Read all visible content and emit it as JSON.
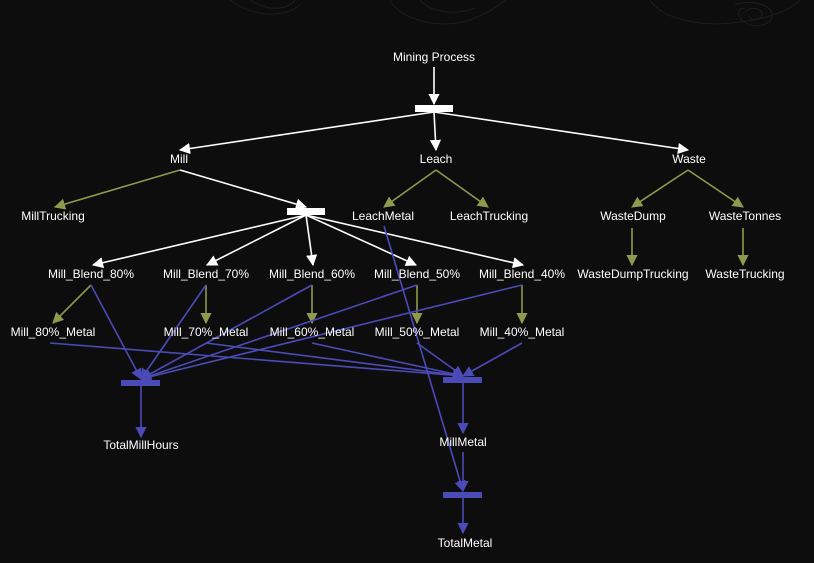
{
  "diagram": {
    "colors": {
      "background": "#0d0d0d",
      "hierarchy_edge": "#ffffff",
      "aggregation_edge": "#8f9a4c",
      "flow_edge": "#4b4bb8",
      "label_text": "#ffffff"
    },
    "nodes": {
      "mining_process": "Mining Process",
      "mill": "Mill",
      "leach": "Leach",
      "waste": "Waste",
      "mill_trucking": "MillTrucking",
      "leach_metal": "LeachMetal",
      "leach_trucking": "LeachTrucking",
      "waste_dump": "WasteDump",
      "waste_tonnes": "WasteTonnes",
      "mill_blend_80": "Mill_Blend_80%",
      "mill_blend_70": "Mill_Blend_70%",
      "mill_blend_60": "Mill_Blend_60%",
      "mill_blend_50": "Mill_Blend_50%",
      "mill_blend_40": "Mill_Blend_40%",
      "waste_dump_trucking": "WasteDumpTrucking",
      "waste_trucking": "WasteTrucking",
      "mill_80_metal": "Mill_80%_Metal",
      "mill_70_metal": "Mill_70%_Metal",
      "mill_60_metal": "Mill_60%_Metal",
      "mill_50_metal": "Mill_50%_Metal",
      "mill_40_metal": "Mill_40%_Metal",
      "total_mill_hours": "TotalMillHours",
      "mill_metal": "MillMetal",
      "total_metal": "TotalMetal"
    },
    "edges": [
      {
        "from": "mining_process",
        "to": "bar_root",
        "kind": "hierarchy"
      },
      {
        "from": "bar_root",
        "to": "mill",
        "kind": "hierarchy"
      },
      {
        "from": "bar_root",
        "to": "leach",
        "kind": "hierarchy"
      },
      {
        "from": "bar_root",
        "to": "waste",
        "kind": "hierarchy"
      },
      {
        "from": "mill",
        "to": "mill_trucking",
        "kind": "aggregation"
      },
      {
        "from": "mill",
        "to": "bar_mill",
        "kind": "hierarchy"
      },
      {
        "from": "leach",
        "to": "leach_metal",
        "kind": "aggregation"
      },
      {
        "from": "leach",
        "to": "leach_trucking",
        "kind": "aggregation"
      },
      {
        "from": "waste",
        "to": "waste_dump",
        "kind": "aggregation"
      },
      {
        "from": "waste",
        "to": "waste_tonnes",
        "kind": "aggregation"
      },
      {
        "from": "bar_mill",
        "to": "mill_blend_80",
        "kind": "hierarchy"
      },
      {
        "from": "bar_mill",
        "to": "mill_blend_70",
        "kind": "hierarchy"
      },
      {
        "from": "bar_mill",
        "to": "mill_blend_60",
        "kind": "hierarchy"
      },
      {
        "from": "bar_mill",
        "to": "mill_blend_50",
        "kind": "hierarchy"
      },
      {
        "from": "bar_mill",
        "to": "mill_blend_40",
        "kind": "hierarchy"
      },
      {
        "from": "waste_dump",
        "to": "waste_dump_trucking",
        "kind": "aggregation"
      },
      {
        "from": "waste_tonnes",
        "to": "waste_trucking",
        "kind": "aggregation"
      },
      {
        "from": "mill_blend_80",
        "to": "mill_80_metal",
        "kind": "aggregation"
      },
      {
        "from": "mill_blend_70",
        "to": "mill_70_metal",
        "kind": "aggregation"
      },
      {
        "from": "mill_blend_60",
        "to": "mill_60_metal",
        "kind": "aggregation"
      },
      {
        "from": "mill_blend_50",
        "to": "mill_50_metal",
        "kind": "aggregation"
      },
      {
        "from": "mill_blend_40",
        "to": "mill_40_metal",
        "kind": "aggregation"
      },
      {
        "from": "mill_blend_80",
        "to": "bar_hours",
        "kind": "flow"
      },
      {
        "from": "mill_blend_70",
        "to": "bar_hours",
        "kind": "flow"
      },
      {
        "from": "mill_blend_60",
        "to": "bar_hours",
        "kind": "flow"
      },
      {
        "from": "mill_blend_50",
        "to": "bar_hours",
        "kind": "flow"
      },
      {
        "from": "mill_blend_40",
        "to": "bar_hours",
        "kind": "flow"
      },
      {
        "from": "bar_hours",
        "to": "total_mill_hours",
        "kind": "flow"
      },
      {
        "from": "mill_80_metal",
        "to": "bar_metal",
        "kind": "flow"
      },
      {
        "from": "mill_70_metal",
        "to": "bar_metal",
        "kind": "flow"
      },
      {
        "from": "mill_60_metal",
        "to": "bar_metal",
        "kind": "flow"
      },
      {
        "from": "mill_50_metal",
        "to": "bar_metal",
        "kind": "flow"
      },
      {
        "from": "mill_40_metal",
        "to": "bar_metal",
        "kind": "flow"
      },
      {
        "from": "bar_metal",
        "to": "mill_metal",
        "kind": "flow"
      },
      {
        "from": "mill_metal",
        "to": "bar_total",
        "kind": "flow"
      },
      {
        "from": "leach_metal",
        "to": "bar_total",
        "kind": "flow"
      },
      {
        "from": "bar_total",
        "to": "total_metal",
        "kind": "flow"
      }
    ]
  }
}
